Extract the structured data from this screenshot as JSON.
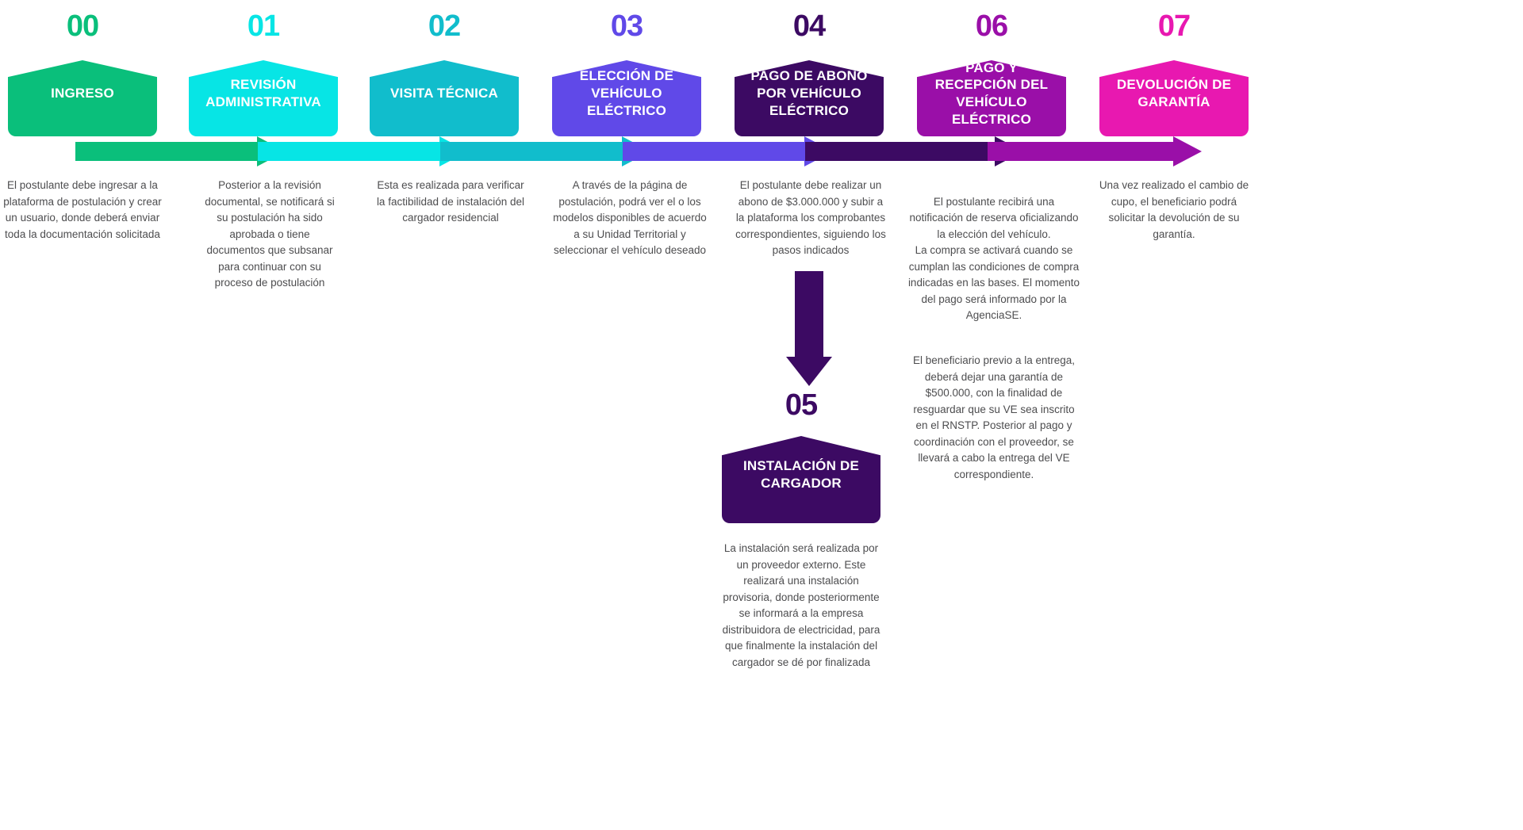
{
  "title": "Proceso de postulación vehículo eléctrico",
  "colors": {
    "step_00": "#0ABF7B",
    "step_01": "#07E5E5",
    "step_02": "#11BDCC",
    "step_03": "#6049E8",
    "step_04": "#3C0A63",
    "step_05": "#3C0A63",
    "step_06": "#9A0FA8",
    "step_07": "#E818B0",
    "body_text": "#4d4d4f",
    "background": "#ffffff"
  },
  "steps": [
    {
      "number": "00",
      "title": "INGRESO",
      "color": "#0ABF7B",
      "body": [
        "El postulante debe ingresar a la plataforma de postulación y crear un usuario, donde deberá enviar toda la documentación solicitada"
      ]
    },
    {
      "number": "01",
      "title": "REVISIÓN ADMINISTRATIVA",
      "color": "#07E5E5",
      "body": [
        "Posterior a la revisión documental, se notificará si su postulación ha sido aprobada o tiene documentos que subsanar para continuar con su proceso de postulación"
      ]
    },
    {
      "number": "02",
      "title": "VISITA TÉCNICA",
      "color": "#11BDCC",
      "body": [
        "Esta es realizada para verificar la factibilidad de instalación del cargador residencial"
      ]
    },
    {
      "number": "03",
      "title": "ELECCIÓN DE VEHÍCULO ELÉCTRICO",
      "color": "#6049E8",
      "body": [
        "A través de la página de postulación, podrá ver el o los modelos disponibles de acuerdo a su Unidad Territorial y seleccionar el vehículo deseado"
      ]
    },
    {
      "number": "04",
      "title": "PAGO DE ABONO POR VEHÍCULO ELÉCTRICO",
      "color": "#3C0A63",
      "body": [
        "El postulante debe realizar un abono de $3.000.000 y subir a la plataforma los comprobantes correspondientes, siguiendo los pasos indicados"
      ]
    },
    {
      "number": "06",
      "title": "PAGO Y RECEPCIÓN DEL VEHÍCULO ELÉCTRICO",
      "color": "#9A0FA8",
      "body": [
        "El postulante recibirá una notificación de reserva oficializando la elección del vehículo.\nLa compra se activará cuando se cumplan las condiciones de compra indicadas en las bases. El momento del pago será informado por la AgenciaSE.",
        "El beneficiario previo a la entrega, deberá dejar una garantía de $500.000, con la finalidad de resguardar que su VE sea inscrito en el RNSTP. Posterior al pago y coordinación con el proveedor, se llevará a cabo la entrega del VE correspondiente."
      ]
    },
    {
      "number": "07",
      "title": "DEVOLUCIÓN DE GARANTÍA",
      "color": "#E818B0",
      "body": [
        "Una vez realizado el cambio de cupo, el beneficiario podrá solicitar la devolución de su garantía."
      ]
    }
  ],
  "branch_step": {
    "number": "05",
    "title": "INSTALACIÓN DE CARGADOR",
    "color": "#3C0A63",
    "body": [
      "La instalación será realizada por un proveedor externo. Este realizará una instalación provisoria, donde posteriormente se informará a la empresa distribuidora de electricidad, para que finalmente la instalación del cargador se dé por finalizada"
    ]
  }
}
